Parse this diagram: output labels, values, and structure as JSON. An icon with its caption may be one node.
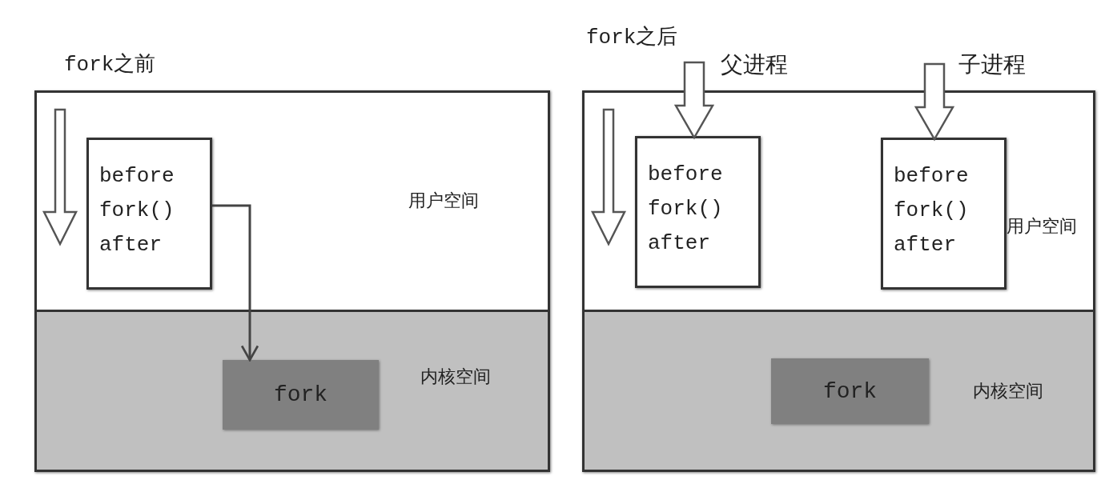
{
  "diagram": {
    "nodes": [
      {
        "text": [
          "fork之前"
        ]
      },
      {
        "text": [
          "用户空间"
        ],
        "in": 0
      },
      {
        "text": [
          "before",
          "fork()",
          "after"
        ],
        "in": 1
      },
      {
        "text": [
          "内核空间"
        ],
        "in": 0
      },
      {
        "text": [
          "fork"
        ],
        "in": 3
      },
      {
        "text": [
          "fork之后"
        ]
      },
      {
        "text": [
          "用户空间"
        ],
        "in": 5
      },
      {
        "text": [
          "before",
          "fork()",
          "after"
        ],
        "in": 6
      },
      {
        "text": [
          "before",
          "fork()",
          "after"
        ],
        "in": 6
      },
      {
        "text": [
          "内核空间"
        ],
        "in": 5
      },
      {
        "text": [
          "fork"
        ],
        "in": 9
      }
    ],
    "edges": [
      {
        "from": 2,
        "to": 4,
        "arrow": "to"
      },
      {
        "from": null,
        "to": 7,
        "arrow": "to",
        "label": "父进程",
        "style": "thick"
      },
      {
        "from": null,
        "to": 8,
        "arrow": "to",
        "label": "子进程",
        "style": "thick"
      }
    ]
  }
}
